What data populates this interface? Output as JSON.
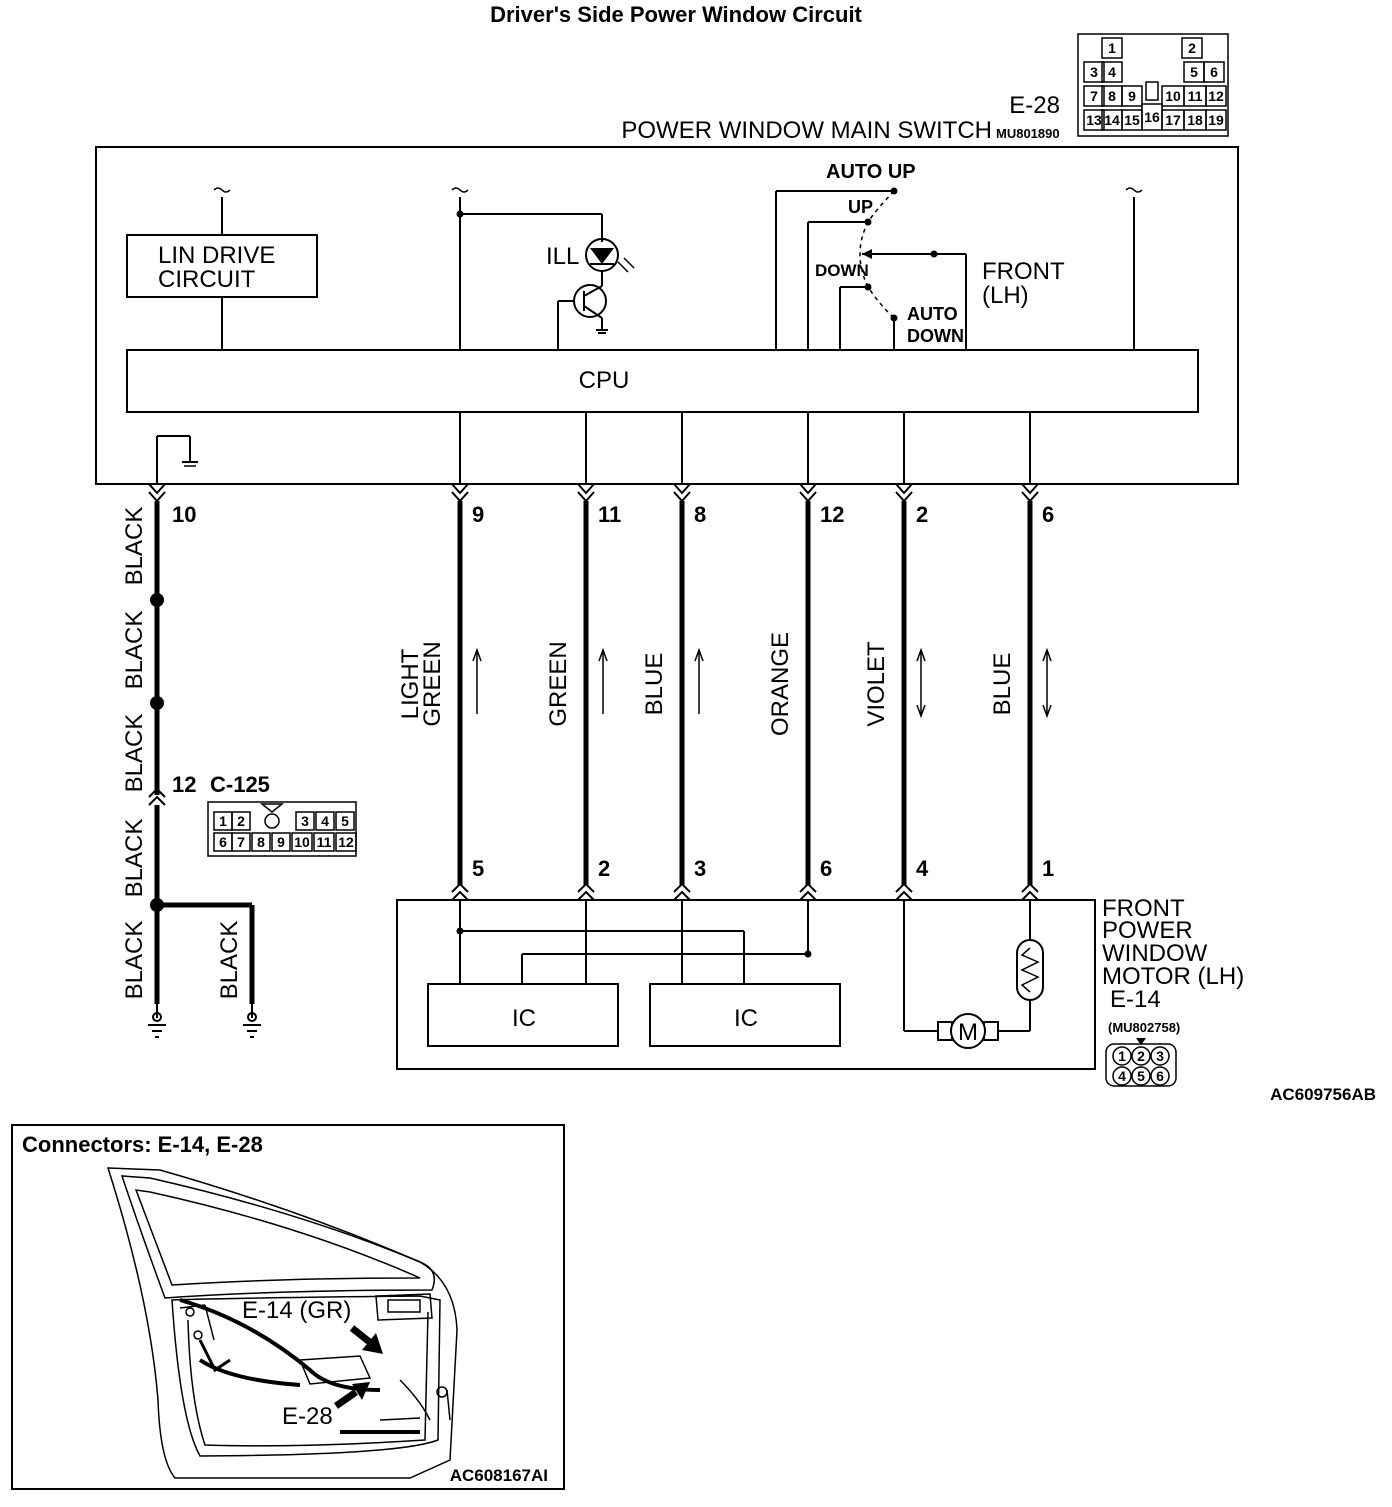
{
  "title": "Driver's Side Power Window Circuit",
  "main_switch": {
    "code": "E-28",
    "name": "POWER WINDOW MAIN SWITCH",
    "part_no": "MU801890",
    "connector_pins": [
      "1",
      "2",
      "3",
      "4",
      "5",
      "6",
      "7",
      "8",
      "9",
      "10",
      "11",
      "12",
      "13",
      "14",
      "15",
      "16",
      "17",
      "18",
      "19"
    ]
  },
  "switch_internals": {
    "lin_drive": [
      "LIN DRIVE",
      "CIRCUIT"
    ],
    "ill": "ILL",
    "cpu": "CPU",
    "auto_up": "AUTO UP",
    "up": "UP",
    "down": "DOWN",
    "auto_down": [
      "AUTO",
      "DOWN"
    ],
    "front_lh": [
      "FRONT",
      "(LH)"
    ]
  },
  "wires": [
    {
      "sw_pin": "9",
      "motor_pin": "5",
      "color": [
        "LIGHT",
        "GREEN"
      ],
      "dir": "up"
    },
    {
      "sw_pin": "11",
      "motor_pin": "2",
      "color": [
        "GREEN"
      ],
      "dir": "up"
    },
    {
      "sw_pin": "8",
      "motor_pin": "3",
      "color": [
        "BLUE"
      ],
      "dir": "up"
    },
    {
      "sw_pin": "12",
      "motor_pin": "6",
      "color": [
        "ORANGE"
      ],
      "dir": "none"
    },
    {
      "sw_pin": "2",
      "motor_pin": "4",
      "color": [
        "VIOLET"
      ],
      "dir": "both"
    },
    {
      "sw_pin": "6",
      "motor_pin": "1",
      "color": [
        "BLUE"
      ],
      "dir": "both"
    }
  ],
  "ground": {
    "sw_pin": "10",
    "segment_colors": [
      "BLACK",
      "BLACK",
      "BLACK",
      "BLACK",
      "BLACK",
      "BLACK"
    ],
    "branch_color": "BLACK",
    "junction": {
      "pin": "12",
      "code": "C-125",
      "pins": [
        "1",
        "2",
        "3",
        "4",
        "5",
        "6",
        "7",
        "8",
        "9",
        "10",
        "11",
        "12"
      ]
    }
  },
  "motor": {
    "name": [
      "FRONT",
      "POWER",
      "WINDOW",
      "MOTOR (LH)"
    ],
    "code": "E-14",
    "part_no": "(MU802758)",
    "ic_label": "IC",
    "motor_symbol": "M",
    "connector_pins": [
      "1",
      "2",
      "3",
      "4",
      "5",
      "6"
    ]
  },
  "diagram_id": "AC609756AB",
  "locator": {
    "title": "Connectors: E-14, E-28",
    "callout_e14": "E-14 (GR)",
    "callout_e28": "E-28",
    "figure_id": "AC608167AI"
  }
}
